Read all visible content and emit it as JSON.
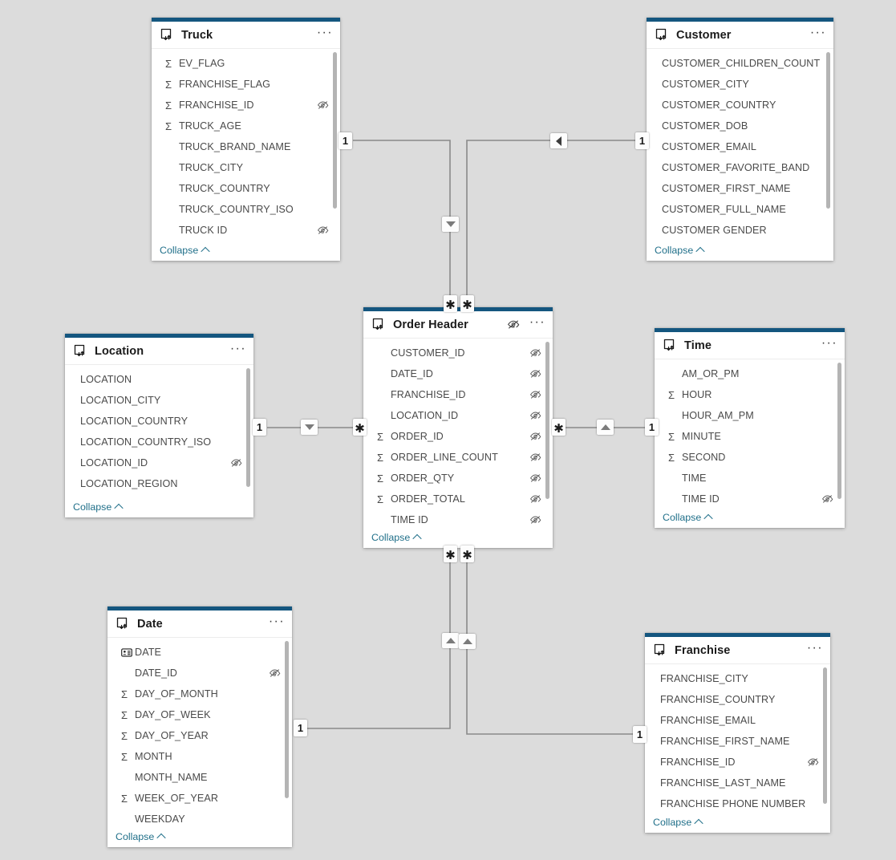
{
  "app": {
    "view": "model-diagram",
    "canvas_background": "#dcdcdc",
    "accent_color": "#14567f",
    "link_color": "#8a8a8a",
    "collapse_link_color": "#21708a"
  },
  "labels": {
    "collapse": "Collapse",
    "ellipsis": "···",
    "sigma": "Σ",
    "star": "✱",
    "one": "1"
  },
  "tables": [
    {
      "name": "Truck",
      "hidden": false,
      "fields": [
        {
          "name": "EV_FLAG",
          "agg": true,
          "hidden": false
        },
        {
          "name": "FRANCHISE_FLAG",
          "agg": true,
          "hidden": false
        },
        {
          "name": "FRANCHISE_ID",
          "agg": true,
          "hidden": true
        },
        {
          "name": "TRUCK_AGE",
          "agg": true,
          "hidden": false
        },
        {
          "name": "TRUCK_BRAND_NAME",
          "agg": false,
          "hidden": false
        },
        {
          "name": "TRUCK_CITY",
          "agg": false,
          "hidden": false
        },
        {
          "name": "TRUCK_COUNTRY",
          "agg": false,
          "hidden": false
        },
        {
          "name": "TRUCK_COUNTRY_ISO",
          "agg": false,
          "hidden": false
        },
        {
          "name": "TRUCK ID",
          "agg": false,
          "hidden": true
        }
      ]
    },
    {
      "name": "Customer",
      "hidden": false,
      "fields": [
        {
          "name": "CUSTOMER_CHILDREN_COUNT",
          "agg": false,
          "hidden": false
        },
        {
          "name": "CUSTOMER_CITY",
          "agg": false,
          "hidden": false
        },
        {
          "name": "CUSTOMER_COUNTRY",
          "agg": false,
          "hidden": false
        },
        {
          "name": "CUSTOMER_DOB",
          "agg": false,
          "hidden": false
        },
        {
          "name": "CUSTOMER_EMAIL",
          "agg": false,
          "hidden": false
        },
        {
          "name": "CUSTOMER_FAVORITE_BAND",
          "agg": false,
          "hidden": false
        },
        {
          "name": "CUSTOMER_FIRST_NAME",
          "agg": false,
          "hidden": false
        },
        {
          "name": "CUSTOMER_FULL_NAME",
          "agg": false,
          "hidden": false
        },
        {
          "name": "CUSTOMER GENDER",
          "agg": false,
          "hidden": false
        }
      ]
    },
    {
      "name": "Order Header",
      "hidden": true,
      "fields": [
        {
          "name": "CUSTOMER_ID",
          "agg": false,
          "hidden": true
        },
        {
          "name": "DATE_ID",
          "agg": false,
          "hidden": true
        },
        {
          "name": "FRANCHISE_ID",
          "agg": false,
          "hidden": true
        },
        {
          "name": "LOCATION_ID",
          "agg": false,
          "hidden": true
        },
        {
          "name": "ORDER_ID",
          "agg": true,
          "hidden": true
        },
        {
          "name": "ORDER_LINE_COUNT",
          "agg": true,
          "hidden": true
        },
        {
          "name": "ORDER_QTY",
          "agg": true,
          "hidden": true
        },
        {
          "name": "ORDER_TOTAL",
          "agg": true,
          "hidden": true
        },
        {
          "name": "TIME ID",
          "agg": false,
          "hidden": true
        }
      ]
    },
    {
      "name": "Location",
      "hidden": false,
      "fields": [
        {
          "name": "LOCATION",
          "agg": false,
          "hidden": false
        },
        {
          "name": "LOCATION_CITY",
          "agg": false,
          "hidden": false
        },
        {
          "name": "LOCATION_COUNTRY",
          "agg": false,
          "hidden": false
        },
        {
          "name": "LOCATION_COUNTRY_ISO",
          "agg": false,
          "hidden": false
        },
        {
          "name": "LOCATION_ID",
          "agg": false,
          "hidden": true
        },
        {
          "name": "LOCATION_REGION",
          "agg": false,
          "hidden": false
        }
      ]
    },
    {
      "name": "Time",
      "hidden": false,
      "fields": [
        {
          "name": "AM_OR_PM",
          "agg": false,
          "hidden": false
        },
        {
          "name": "HOUR",
          "agg": true,
          "hidden": false
        },
        {
          "name": "HOUR_AM_PM",
          "agg": false,
          "hidden": false
        },
        {
          "name": "MINUTE",
          "agg": true,
          "hidden": false
        },
        {
          "name": "SECOND",
          "agg": true,
          "hidden": false
        },
        {
          "name": "TIME",
          "agg": false,
          "hidden": false
        },
        {
          "name": "TIME ID",
          "agg": false,
          "hidden": true
        }
      ]
    },
    {
      "name": "Date",
      "hidden": false,
      "fields": [
        {
          "name": "DATE",
          "agg": false,
          "hidden": false,
          "icon": "date-table-icon"
        },
        {
          "name": "DATE_ID",
          "agg": false,
          "hidden": true
        },
        {
          "name": "DAY_OF_MONTH",
          "agg": true,
          "hidden": false
        },
        {
          "name": "DAY_OF_WEEK",
          "agg": true,
          "hidden": false
        },
        {
          "name": "DAY_OF_YEAR",
          "agg": true,
          "hidden": false
        },
        {
          "name": "MONTH",
          "agg": true,
          "hidden": false
        },
        {
          "name": "MONTH_NAME",
          "agg": false,
          "hidden": false
        },
        {
          "name": "WEEK_OF_YEAR",
          "agg": true,
          "hidden": false
        },
        {
          "name": "WEEKDAY",
          "agg": false,
          "hidden": false
        }
      ]
    },
    {
      "name": "Franchise",
      "hidden": false,
      "fields": [
        {
          "name": "FRANCHISE_CITY",
          "agg": false,
          "hidden": false
        },
        {
          "name": "FRANCHISE_COUNTRY",
          "agg": false,
          "hidden": false
        },
        {
          "name": "FRANCHISE_EMAIL",
          "agg": false,
          "hidden": false
        },
        {
          "name": "FRANCHISE_FIRST_NAME",
          "agg": false,
          "hidden": false
        },
        {
          "name": "FRANCHISE_ID",
          "agg": false,
          "hidden": true
        },
        {
          "name": "FRANCHISE_LAST_NAME",
          "agg": false,
          "hidden": false
        },
        {
          "name": "FRANCHISE PHONE NUMBER",
          "agg": false,
          "hidden": false
        }
      ]
    }
  ],
  "relationships": [
    {
      "from": "Truck",
      "to": "Order Header",
      "from_cardinality": "1",
      "to_cardinality": "*",
      "cross_filter": "single-down"
    },
    {
      "from": "Customer",
      "to": "Order Header",
      "from_cardinality": "1",
      "to_cardinality": "*",
      "cross_filter": "single-left"
    },
    {
      "from": "Location",
      "to": "Order Header",
      "from_cardinality": "1",
      "to_cardinality": "*",
      "cross_filter": "single-down"
    },
    {
      "from": "Time",
      "to": "Order Header",
      "from_cardinality": "1",
      "to_cardinality": "*",
      "cross_filter": "single-up"
    },
    {
      "from": "Date",
      "to": "Order Header",
      "from_cardinality": "1",
      "to_cardinality": "*",
      "cross_filter": "single-up"
    },
    {
      "from": "Franchise",
      "to": "Order Header",
      "from_cardinality": "1",
      "to_cardinality": "*",
      "cross_filter": "single-up"
    }
  ]
}
